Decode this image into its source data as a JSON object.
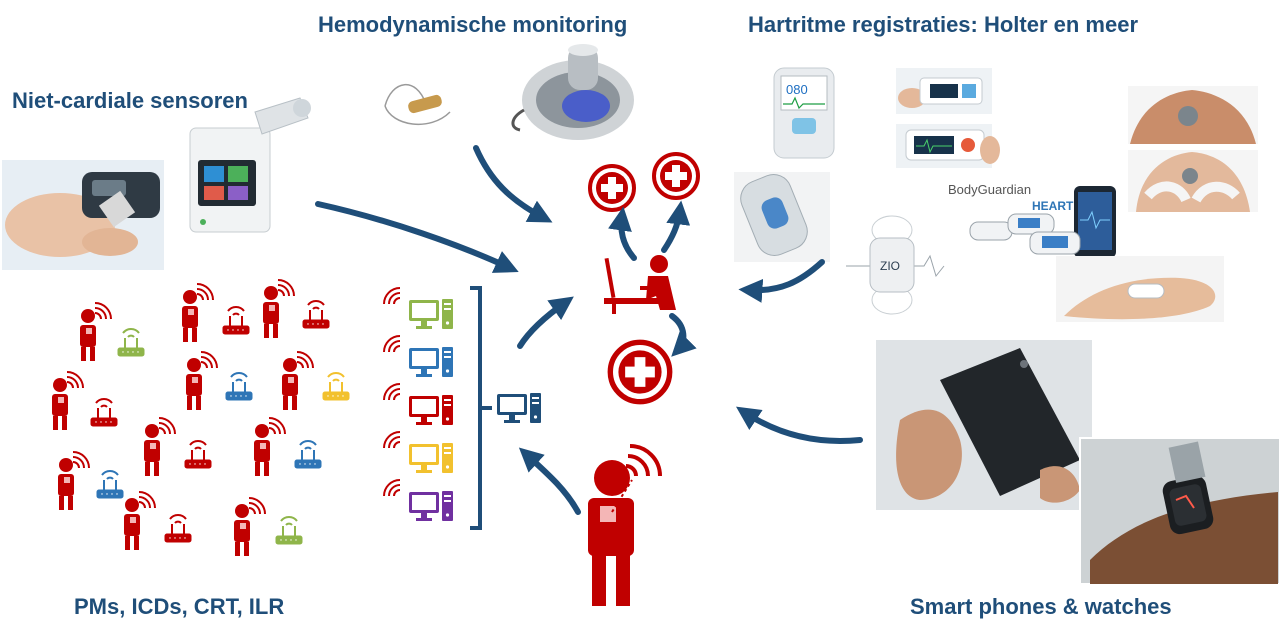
{
  "labels": {
    "hemodynamic": "Hemodynamische monitoring",
    "rhythm": "Hartritme registraties: Holter en meer",
    "non_cardiac": "Niet-cardiale sensoren",
    "implants": "PMs, ICDs, CRT, ILR",
    "smart": "Smart phones & watches"
  },
  "device_text": {
    "monitor_readout": "080",
    "bodyguardian": "BodyGuardian",
    "bodyguardian_sub": "HEART",
    "zio": "ZIO"
  },
  "colors": {
    "title": "#1f4e79",
    "arrow": "#1f4e79",
    "patient_red": "#c00000",
    "cross_red": "#c00000",
    "station_green": "#8fb54a",
    "station_blue": "#2e75b6",
    "station_red": "#c00000",
    "station_yellow": "#f2c12e",
    "station_purple": "#7030a0",
    "hub": "#1f4e79"
  },
  "icons": {
    "patient": "patient-with-implant-icon",
    "transmitter": "wifi-router-icon",
    "computer": "desktop-computer-icon",
    "medical": "medical-cross-icon",
    "clinician": "clinician-at-desk-icon"
  }
}
